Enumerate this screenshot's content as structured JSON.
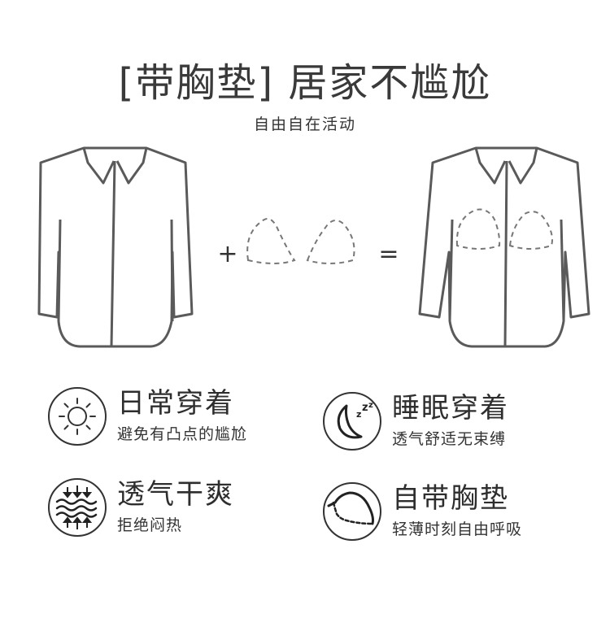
{
  "header": {
    "title": "[带胸垫] 居家不尴尬",
    "subtitle": "自由自在活动"
  },
  "equation": {
    "plus": "+",
    "equals": "="
  },
  "features": [
    {
      "title": "日常穿着",
      "desc": "避免有凸点的尴尬",
      "icon": "sun-icon"
    },
    {
      "title": "睡眠穿着",
      "desc": "透气舒适无束缚",
      "icon": "moon-sleep-icon"
    },
    {
      "title": "透气干爽",
      "desc": "拒绝闷热",
      "icon": "airflow-icon"
    },
    {
      "title": "自带胸垫",
      "desc": "轻薄时刻自由呼吸",
      "icon": "bra-pad-icon"
    }
  ],
  "colors": {
    "line": "#5a5a5a",
    "text": "#333333",
    "dashed": "#777777"
  }
}
